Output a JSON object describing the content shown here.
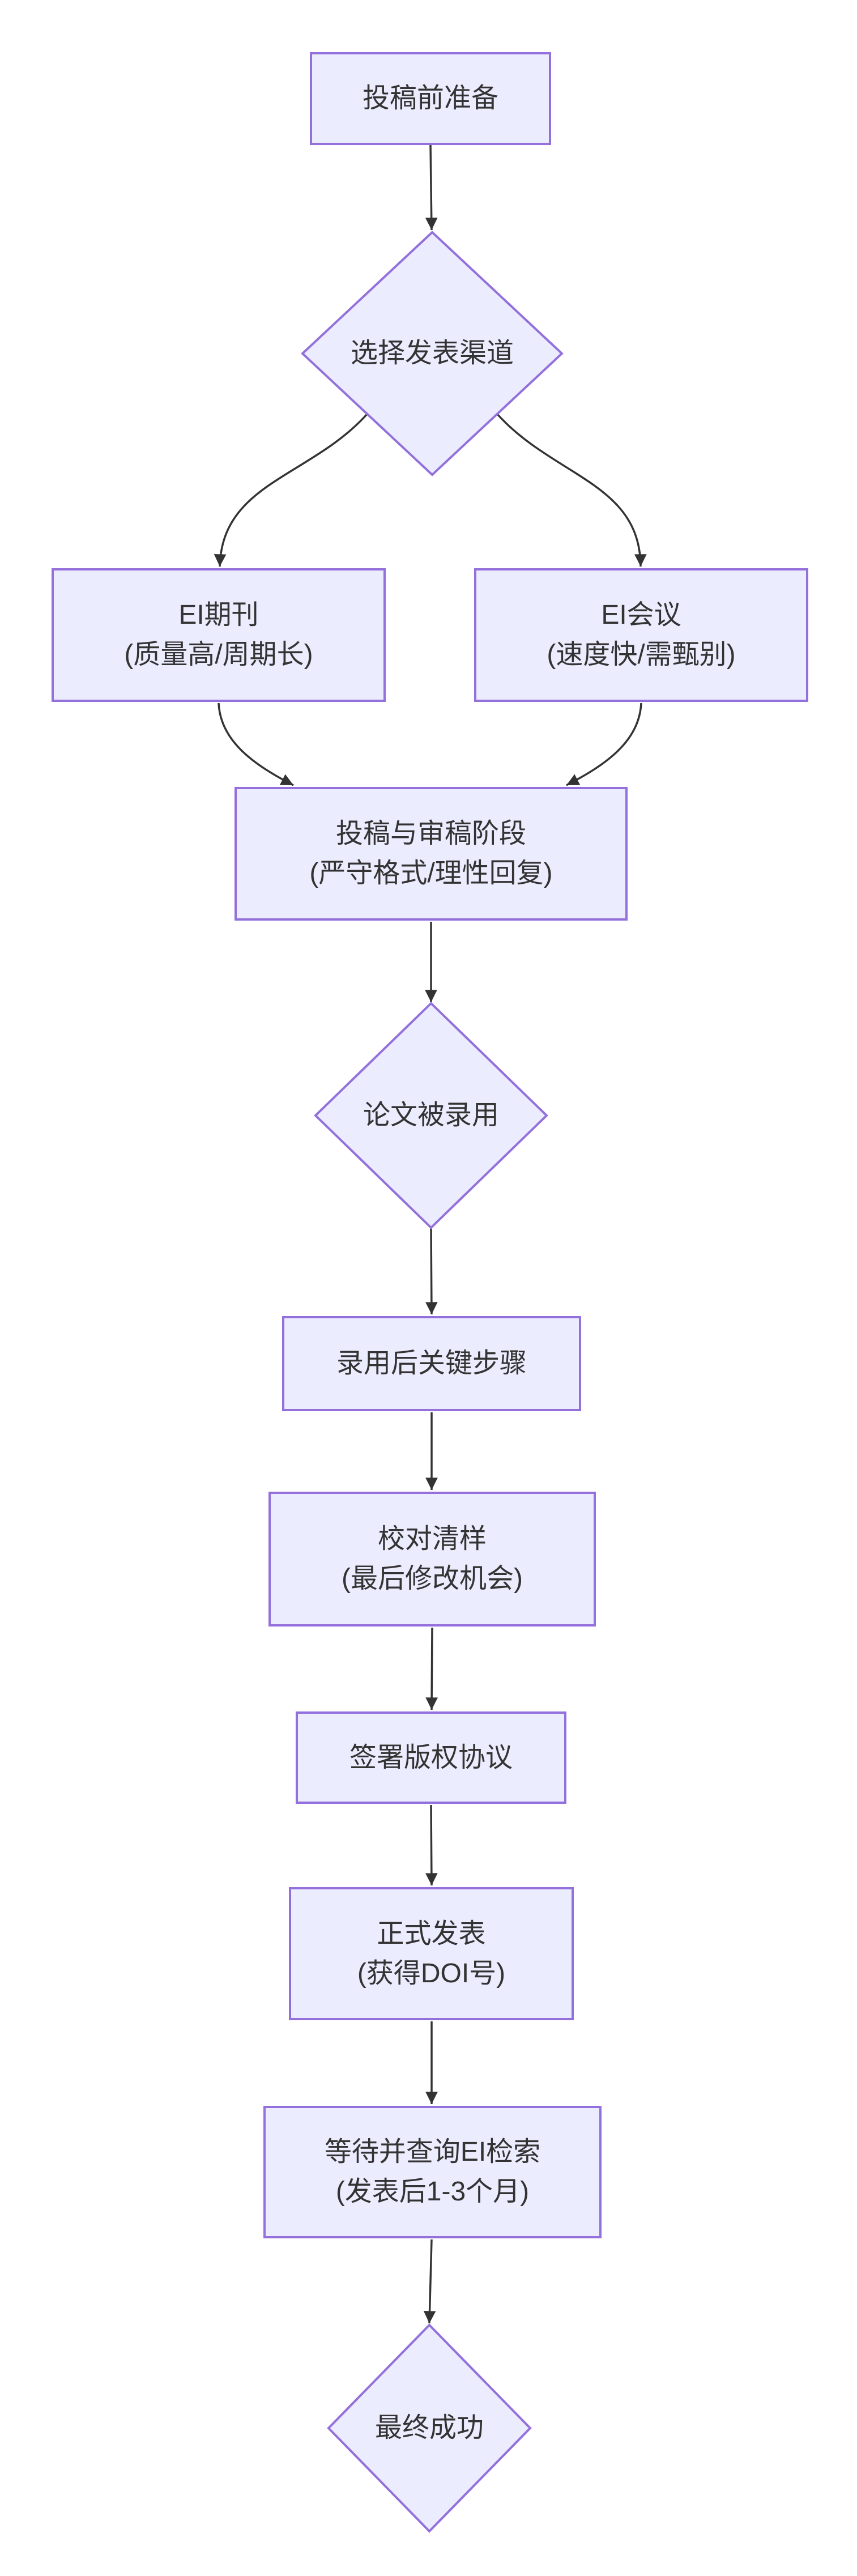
{
  "diagram": {
    "type": "flowchart",
    "direction": "top-down"
  },
  "colors": {
    "background": "#FFFFFF",
    "node_fill": "#ECECFF",
    "node_border": "#9370DB",
    "edge_color": "#333333",
    "text_color": "#333333"
  },
  "nodes": {
    "prep": {
      "shape": "rect",
      "lines": [
        "投稿前准备"
      ]
    },
    "channel": {
      "shape": "diamond",
      "lines": [
        "选择发表渠道"
      ]
    },
    "journal": {
      "shape": "rect",
      "lines": [
        "EI期刊",
        "(质量高/周期长)"
      ]
    },
    "conference": {
      "shape": "rect",
      "lines": [
        "EI会议",
        "(速度快/需甄别)"
      ]
    },
    "submission": {
      "shape": "rect",
      "lines": [
        "投稿与审稿阶段",
        "(严守格式/理性回复)"
      ]
    },
    "accepted": {
      "shape": "diamond",
      "lines": [
        "论文被录用"
      ]
    },
    "poststeps": {
      "shape": "rect",
      "lines": [
        "录用后关键步骤"
      ]
    },
    "proof": {
      "shape": "rect",
      "lines": [
        "校对清样",
        "(最后修改机会)"
      ]
    },
    "copyright": {
      "shape": "rect",
      "lines": [
        "签署版权协议"
      ]
    },
    "publish": {
      "shape": "rect",
      "lines": [
        "正式发表",
        "(获得DOI号)"
      ]
    },
    "indexing": {
      "shape": "rect",
      "lines": [
        "等待并查询EI检索",
        "(发表后1-3个月)"
      ]
    },
    "success": {
      "shape": "diamond",
      "lines": [
        "最终成功"
      ]
    }
  },
  "edges": [
    {
      "from": "prep",
      "to": "channel"
    },
    {
      "from": "channel",
      "to": "journal"
    },
    {
      "from": "channel",
      "to": "conference"
    },
    {
      "from": "journal",
      "to": "submission"
    },
    {
      "from": "conference",
      "to": "submission"
    },
    {
      "from": "submission",
      "to": "accepted"
    },
    {
      "from": "accepted",
      "to": "poststeps"
    },
    {
      "from": "poststeps",
      "to": "proof"
    },
    {
      "from": "proof",
      "to": "copyright"
    },
    {
      "from": "copyright",
      "to": "publish"
    },
    {
      "from": "publish",
      "to": "indexing"
    },
    {
      "from": "indexing",
      "to": "success"
    }
  ]
}
